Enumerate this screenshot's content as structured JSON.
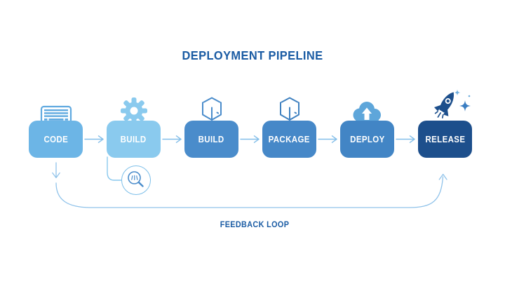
{
  "title": "DEPLOYMENT PIPELINE",
  "stages": [
    {
      "label": "CODE",
      "icon": "keyboard-icon",
      "color": "#6cb5e6"
    },
    {
      "label": "BUILD",
      "icon": "gear-icon",
      "color": "#8acaee"
    },
    {
      "label": "BUILD",
      "icon": "package-box-icon",
      "color": "#4a8ccb"
    },
    {
      "label": "PACKAGE",
      "icon": "package-box-icon",
      "color": "#4688c8"
    },
    {
      "label": "DEPLOY",
      "icon": "cloud-upload-icon",
      "color": "#4285c5"
    },
    {
      "label": "RELEASE",
      "icon": "rocket-icon",
      "color": "#1d4f8c"
    }
  ],
  "annotations": {
    "feedback_label": "FEEDBACK LOOP",
    "test_icon": "magnifier-code-icon"
  },
  "colors": {
    "title_text": "#1b5ca4",
    "stage_arrow": "#85bfe9",
    "feedback_loop": "#90c3ea",
    "background": "#ffffff"
  }
}
